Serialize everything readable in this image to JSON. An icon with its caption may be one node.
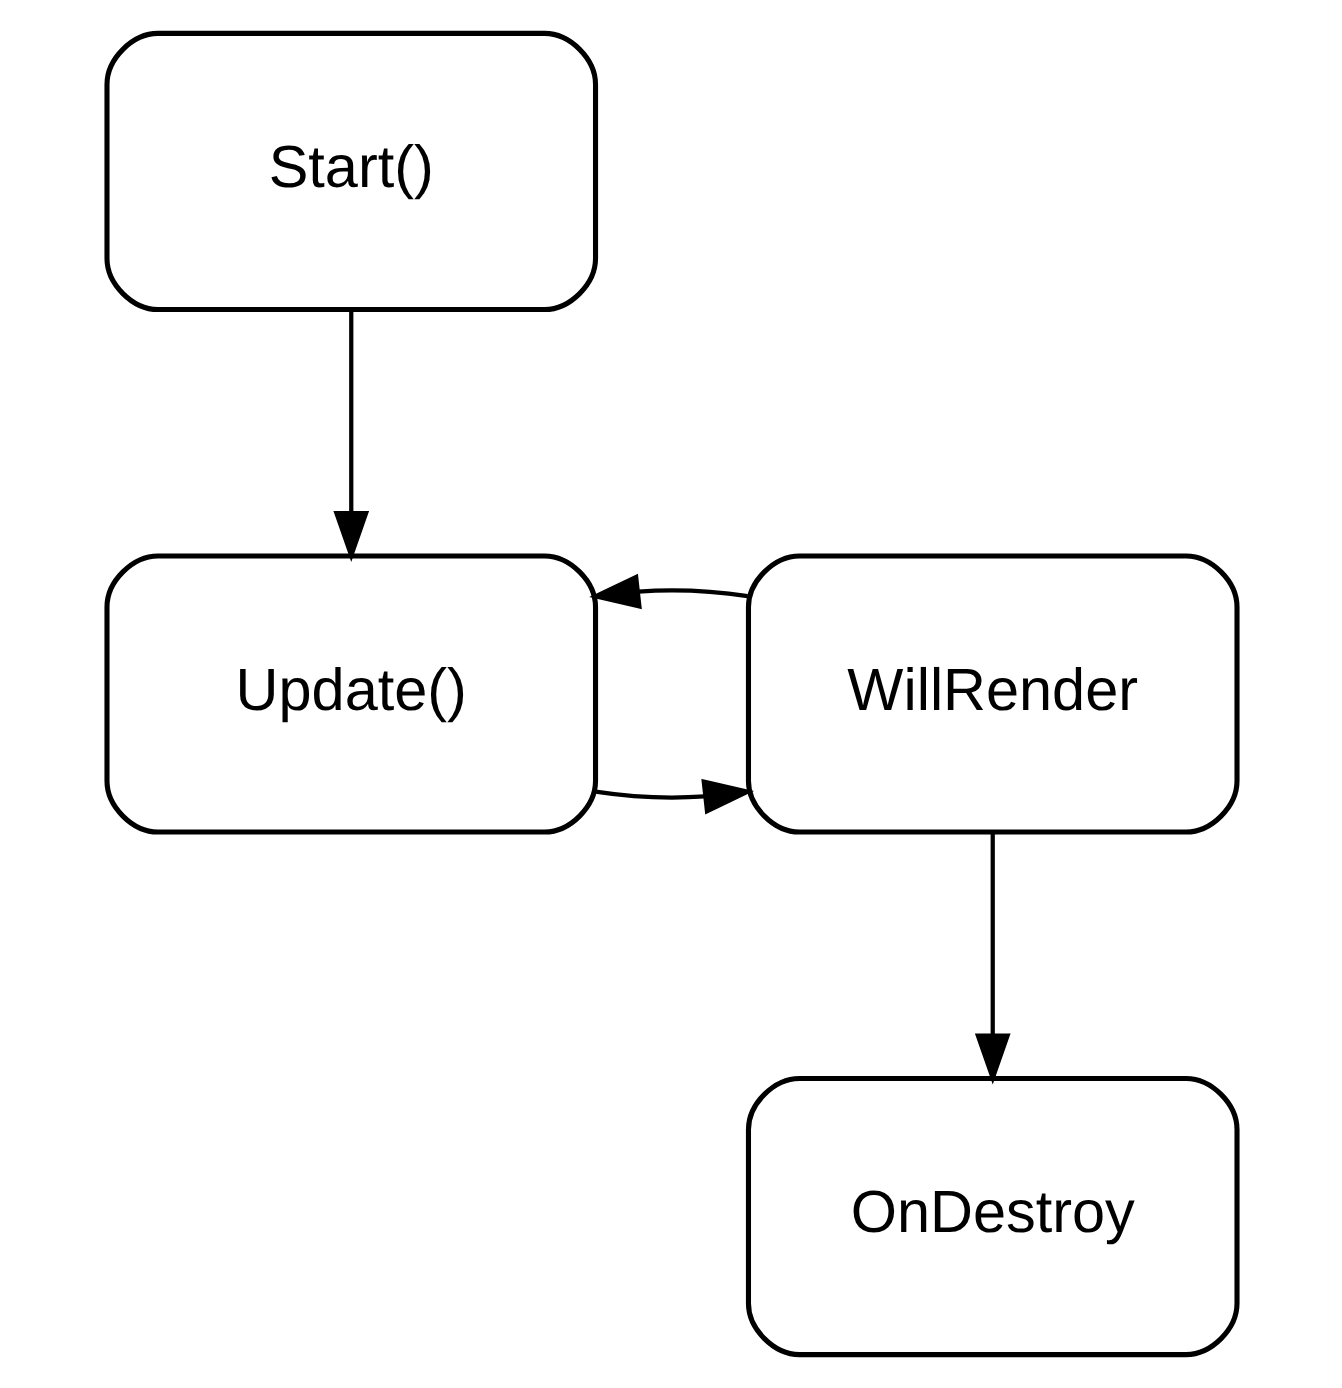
{
  "diagram": {
    "nodes": [
      {
        "text": [
          "Start()"
        ]
      },
      {
        "text": [
          "Update()"
        ]
      },
      {
        "text": [
          "WillRender"
        ]
      },
      {
        "text": [
          "OnDestroy"
        ]
      }
    ],
    "edges": [
      {
        "from": 0,
        "to": 1,
        "arrow": "to"
      },
      {
        "from": 1,
        "to": 2,
        "arrow": "to"
      },
      {
        "from": 2,
        "to": 1,
        "arrow": "to"
      },
      {
        "from": 2,
        "to": 3,
        "arrow": "to"
      }
    ]
  }
}
